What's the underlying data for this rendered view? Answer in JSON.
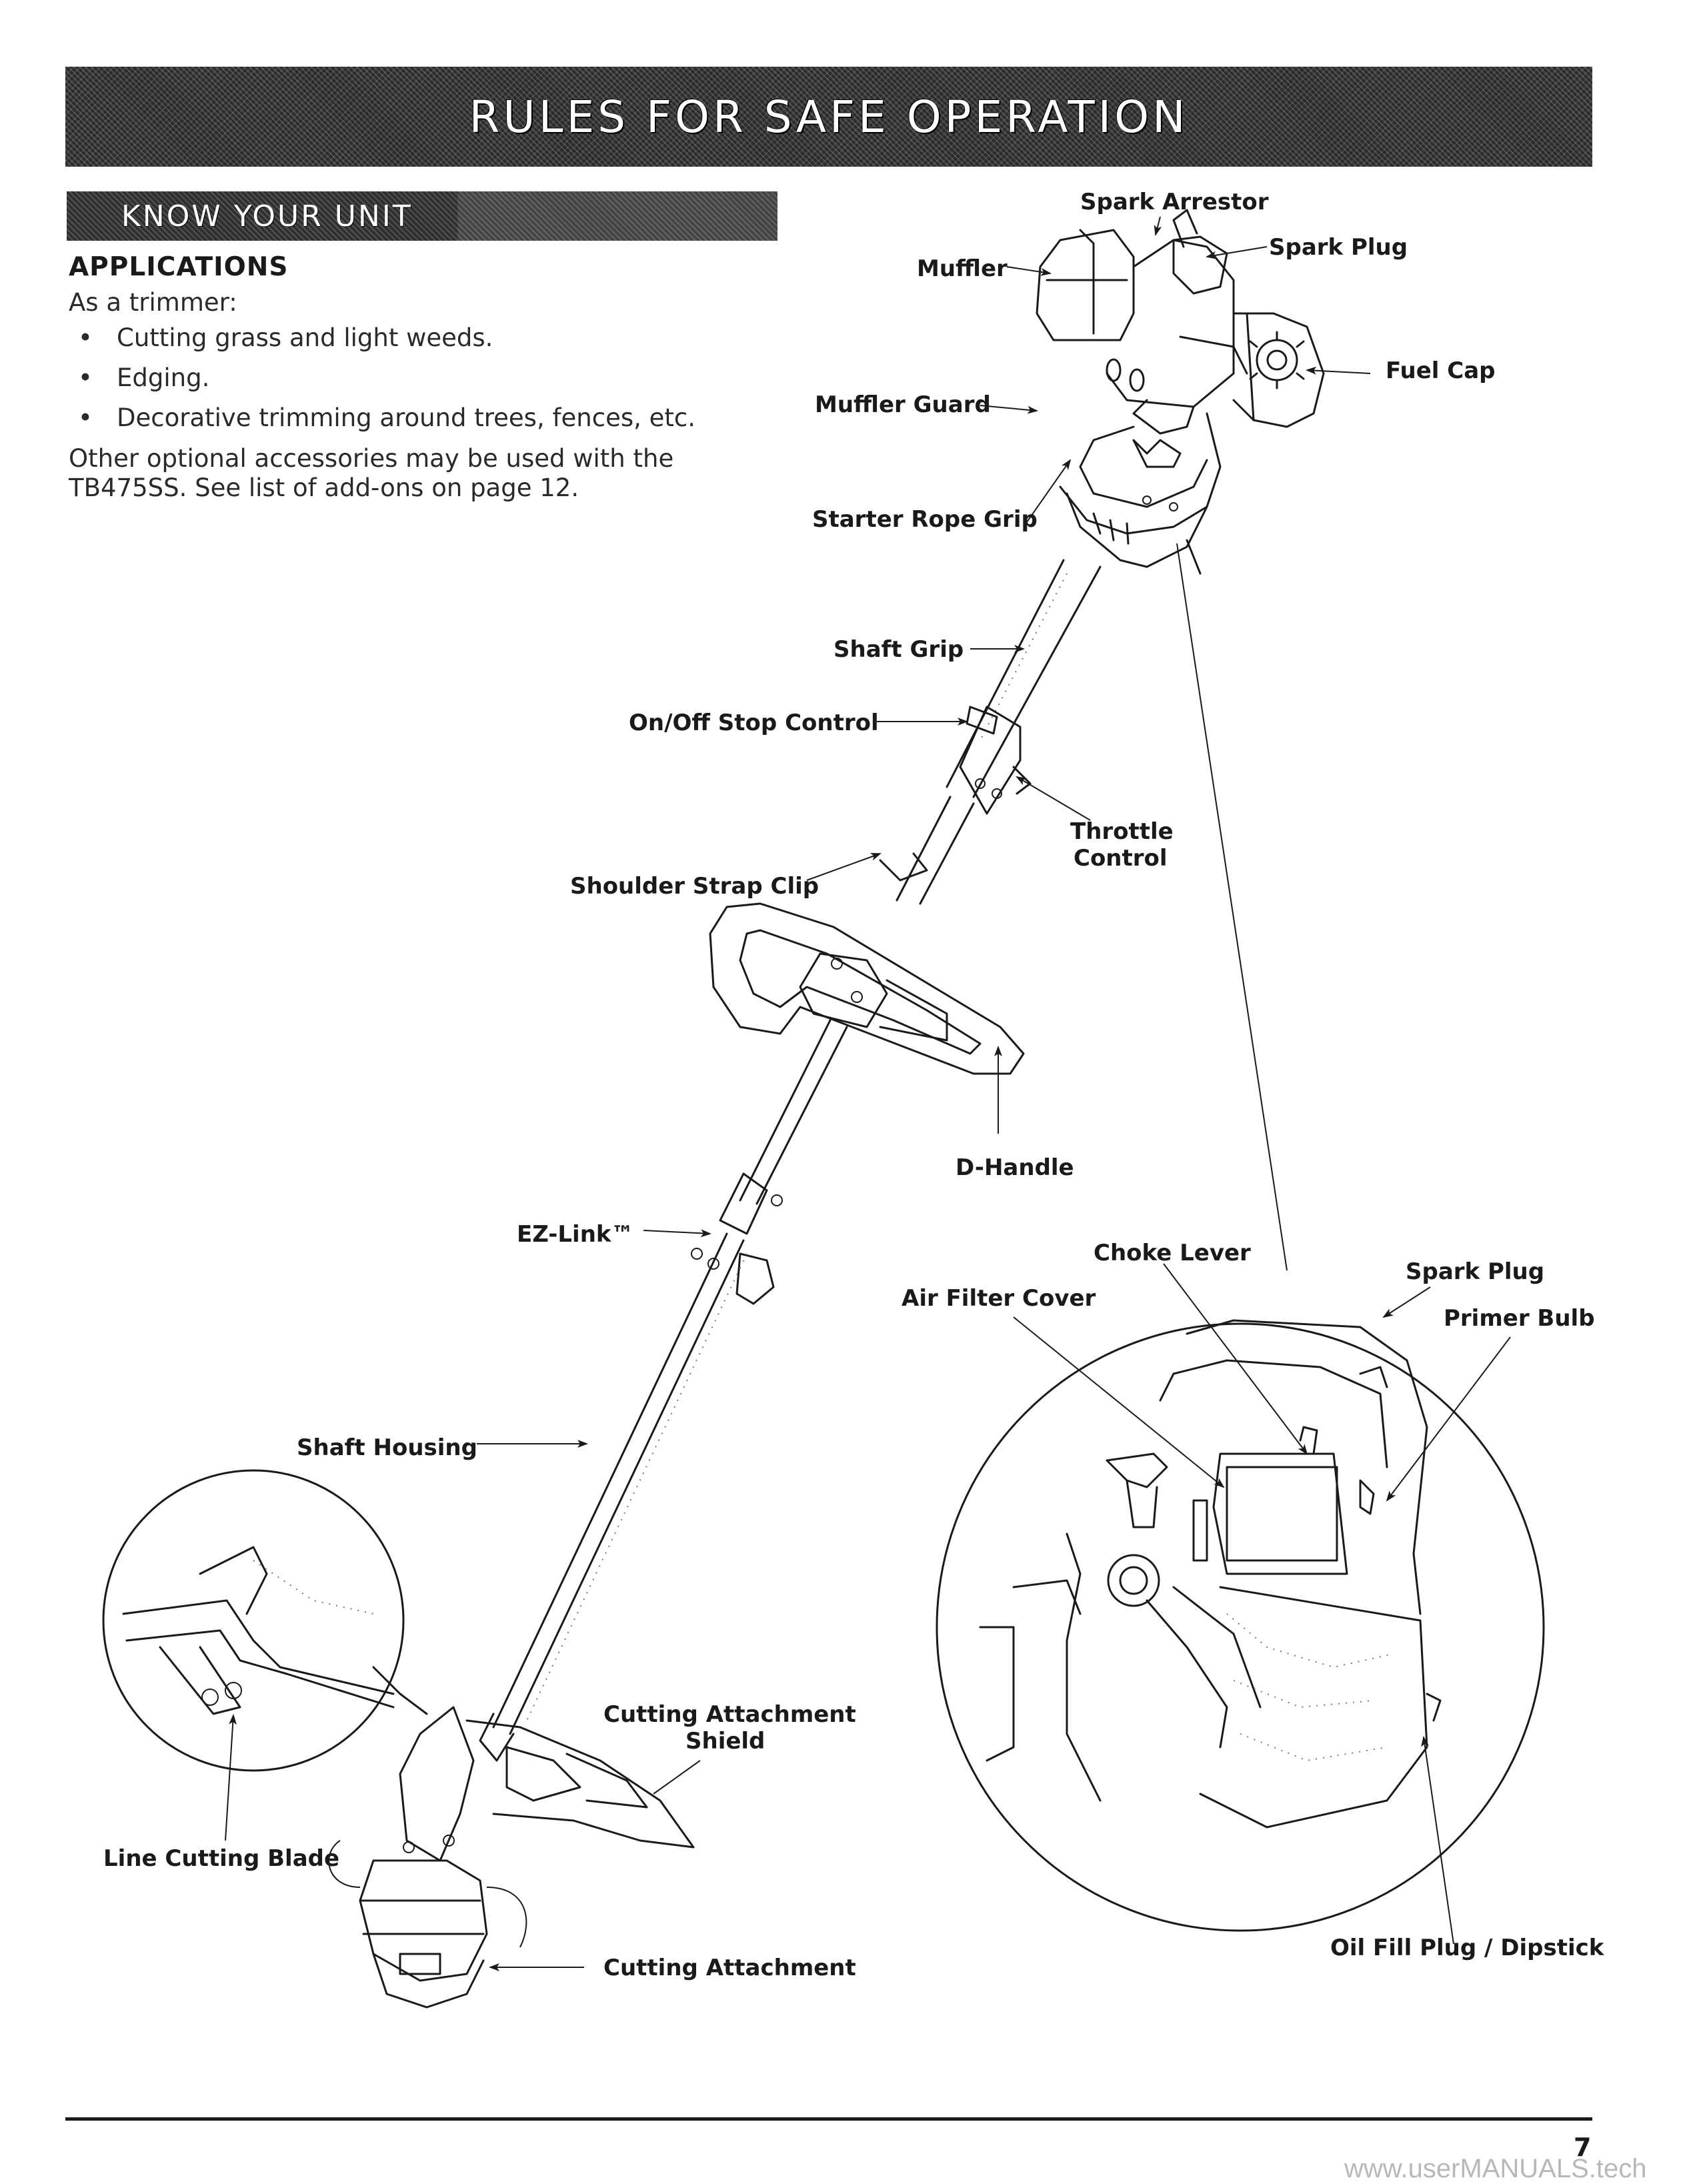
{
  "header": {
    "title": "RULES FOR SAFE OPERATION"
  },
  "section": {
    "title": "KNOW YOUR UNIT"
  },
  "applications": {
    "heading": "APPLICATIONS",
    "intro": "As a trimmer:",
    "bullet_glyph": "•",
    "items": [
      "Cutting grass and light weeds.",
      "Edging.",
      "Decorative trimming around trees, fences, etc."
    ],
    "note": "Other optional accessories may be used with the TB475SS. See list of add-ons on page 12."
  },
  "labels": {
    "spark_arrestor": "Spark Arrestor",
    "spark_plug_top": "Spark Plug",
    "muffler": "Muffler",
    "muffler_guard": "Muffler Guard",
    "fuel_cap": "Fuel Cap",
    "starter_rope_grip": "Starter Rope Grip",
    "shaft_grip": "Shaft Grip",
    "on_off_stop_control": "On/Off Stop Control",
    "throttle_control_1": "Throttle",
    "throttle_control_2": "Control",
    "shoulder_strap_clip": "Shoulder Strap Clip",
    "d_handle": "D-Handle",
    "ez_link": "EZ-Link™",
    "choke_lever": "Choke Lever",
    "spark_plug_detail": "Spark Plug",
    "air_filter_cover": "Air Filter Cover",
    "primer_bulb": "Primer Bulb",
    "shaft_housing": "Shaft Housing",
    "cutting_attachment_shield_1": "Cutting Attachment",
    "cutting_attachment_shield_2": "Shield",
    "line_cutting_blade": "Line Cutting Blade",
    "cutting_attachment": "Cutting Attachment",
    "oil_fill_plug_dipstick": "Oil Fill Plug / Dipstick"
  },
  "footer": {
    "page_number": "7",
    "watermark": "www.userMANUALS.tech"
  }
}
